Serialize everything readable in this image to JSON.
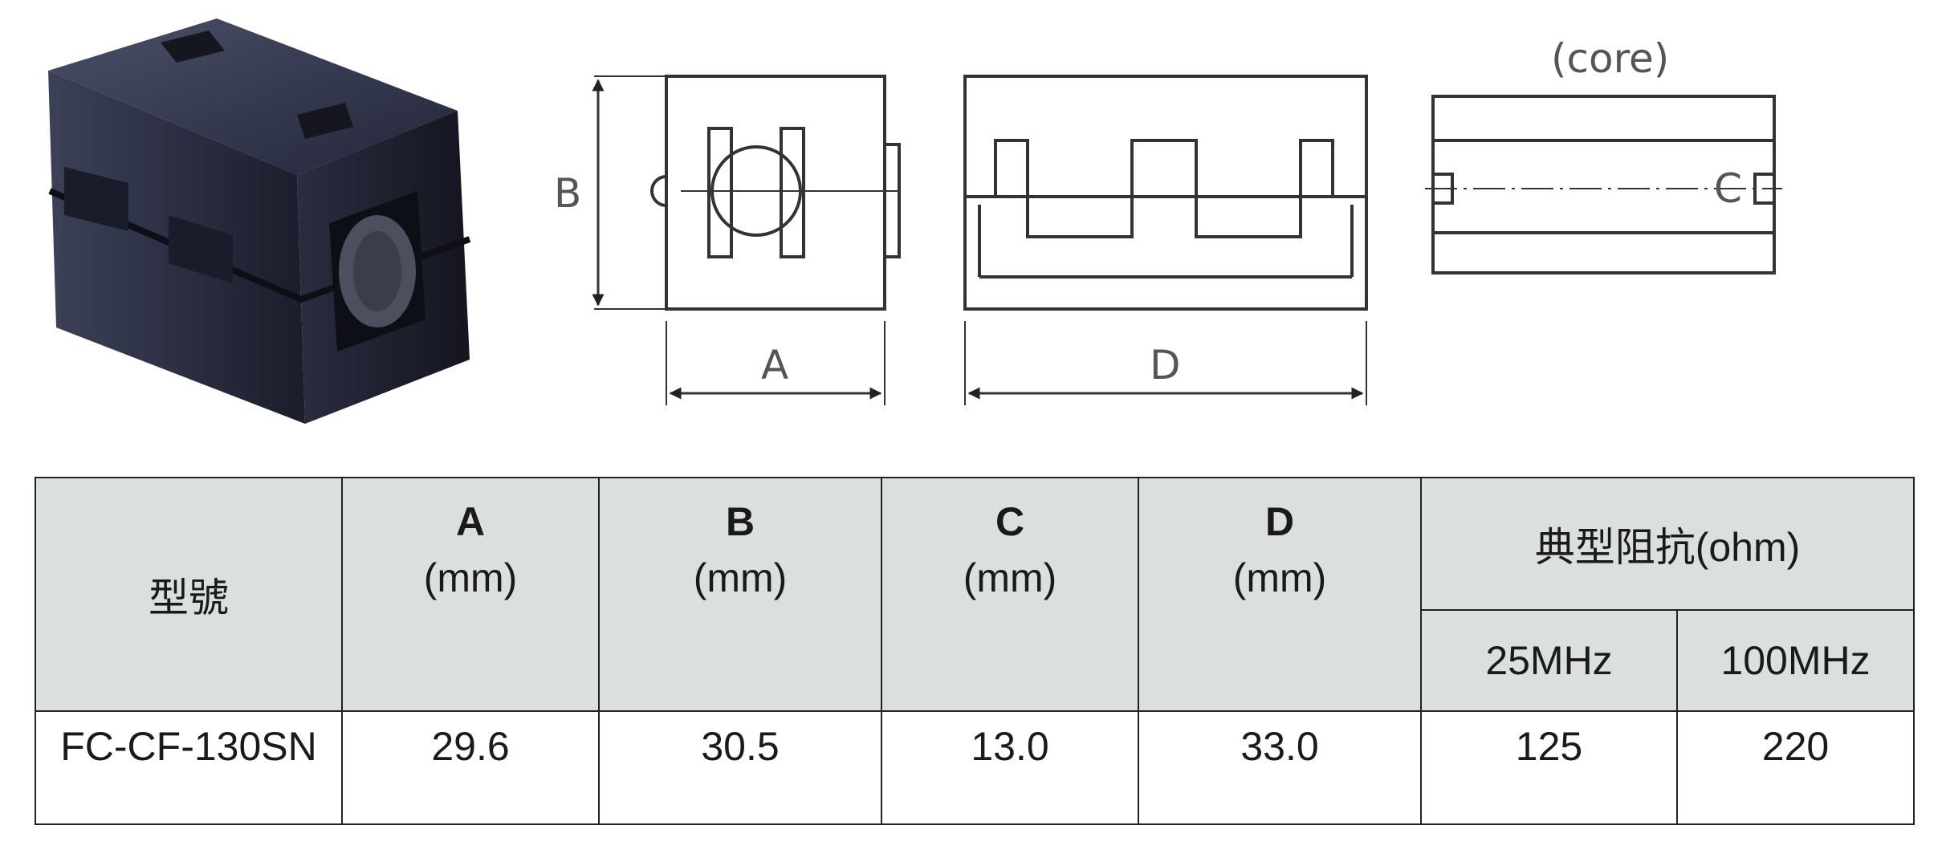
{
  "drawings": {
    "labels": {
      "a": "A",
      "b": "B",
      "c": "C",
      "d": "D",
      "core": "(core)"
    }
  },
  "table": {
    "headers": {
      "model": "型號",
      "a": {
        "letter": "A",
        "unit": "(mm)"
      },
      "b": {
        "letter": "B",
        "unit": "(mm)"
      },
      "c": {
        "letter": "C",
        "unit": "(mm)"
      },
      "d": {
        "letter": "D",
        "unit": "(mm)"
      },
      "impedance": "典型阻抗(ohm)",
      "freq_25": "25MHz",
      "freq_100": "100MHz"
    },
    "row": {
      "model": "FC-CF-130SN",
      "a": "29.6",
      "b": "30.5",
      "c": "13.0",
      "d": "33.0",
      "z_25": "125",
      "z_100": "220"
    }
  }
}
